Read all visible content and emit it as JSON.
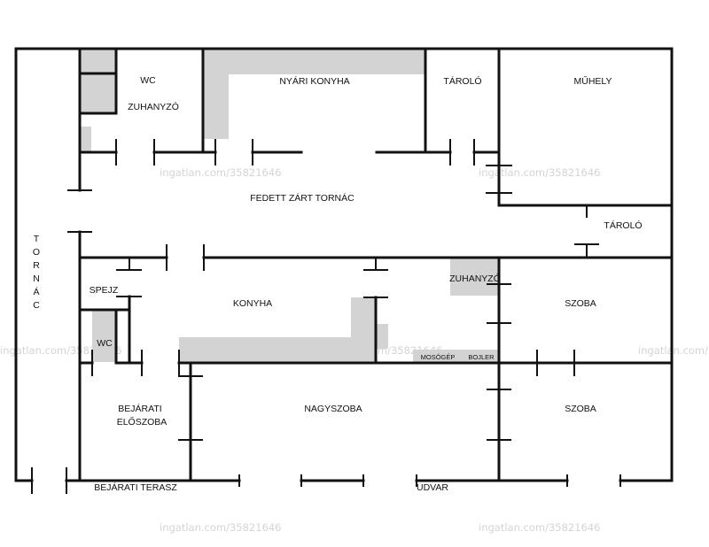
{
  "watermark": "ingatlan.com/35821646",
  "rooms": {
    "wc_top": "WC",
    "zuhanyzo_top": "ZUHANYZÓ",
    "nyari_konyha": "NYÁRI KONYHA",
    "tarolo_top": "TÁROLÓ",
    "muhely": "MŰHELY",
    "fedett_tornac": "FEDETT ZÁRT TORNÁC",
    "tarolo_right": "TÁROLÓ",
    "tornac_letters": [
      "T",
      "O",
      "R",
      "N",
      "Á",
      "C"
    ],
    "spejz": "SPEJZ",
    "konyha": "KONYHA",
    "zuhanyzo_mid": "ZUHANYZÓ",
    "szoba_mid": "SZOBA",
    "wc_small": "WC",
    "mosogep": "MOSÓGÉP",
    "bojler": "BOJLER",
    "bejarati_line1": "BEJÁRATI",
    "bejarati_line2": "ELŐSZOBA",
    "nagyszoba": "NAGYSZOBA",
    "szoba_bottom": "SZOBA",
    "bejarati_terasz": "BEJÁRATI TERASZ",
    "udvar": "UDVAR"
  }
}
